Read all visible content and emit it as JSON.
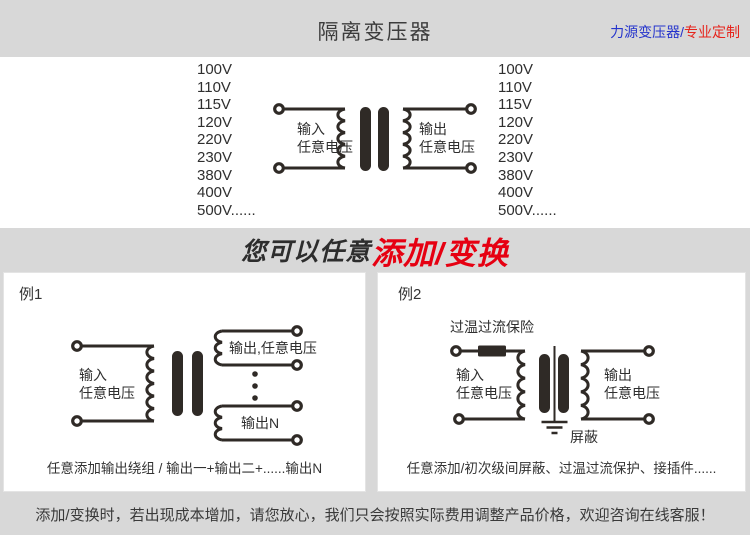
{
  "header": {
    "title": "隔离变压器",
    "brand": {
      "blue_text": "力源变压器/",
      "red_text": "专业定制"
    }
  },
  "main_diagram": {
    "left_voltages": [
      "100V",
      "110V",
      "115V",
      "120V",
      "220V",
      "230V",
      "380V",
      "400V",
      "500V......"
    ],
    "right_voltages": [
      "100V",
      "110V",
      "115V",
      "120V",
      "220V",
      "230V",
      "380V",
      "400V",
      "500V......"
    ],
    "input_label": [
      "输入",
      "任意电压"
    ],
    "output_label": [
      "输出",
      "任意电压"
    ]
  },
  "banner": {
    "prefix": "您可以任意",
    "highlight": "添加/变换"
  },
  "examples": [
    {
      "title": "例1",
      "input_label": [
        "输入",
        "任意电压"
      ],
      "output_top_label": "输出,任意电压",
      "output_n_label": "输出N",
      "caption": "任意添加输出绕组 / 输出一+输出二+......输出N"
    },
    {
      "title": "例2",
      "fuse_label": "过温过流保险",
      "input_label": [
        "输入",
        "任意电压"
      ],
      "output_label": [
        "输出",
        "任意电压"
      ],
      "shield_label": "屏蔽",
      "caption": "任意添加/初次级间屏蔽、过温过流保护、接插件......"
    }
  ],
  "footer": {
    "notice": "添加/变换时，若出现成本增加，请您放心，我们只会按照实际费用调整产品价格，欢迎咨询在线客服！"
  },
  "colors": {
    "page_gray": "#d8d8d8",
    "accent_red": "#e60012",
    "brand_blue": "#2433cc",
    "diagram_ink": "#2f2a26"
  }
}
